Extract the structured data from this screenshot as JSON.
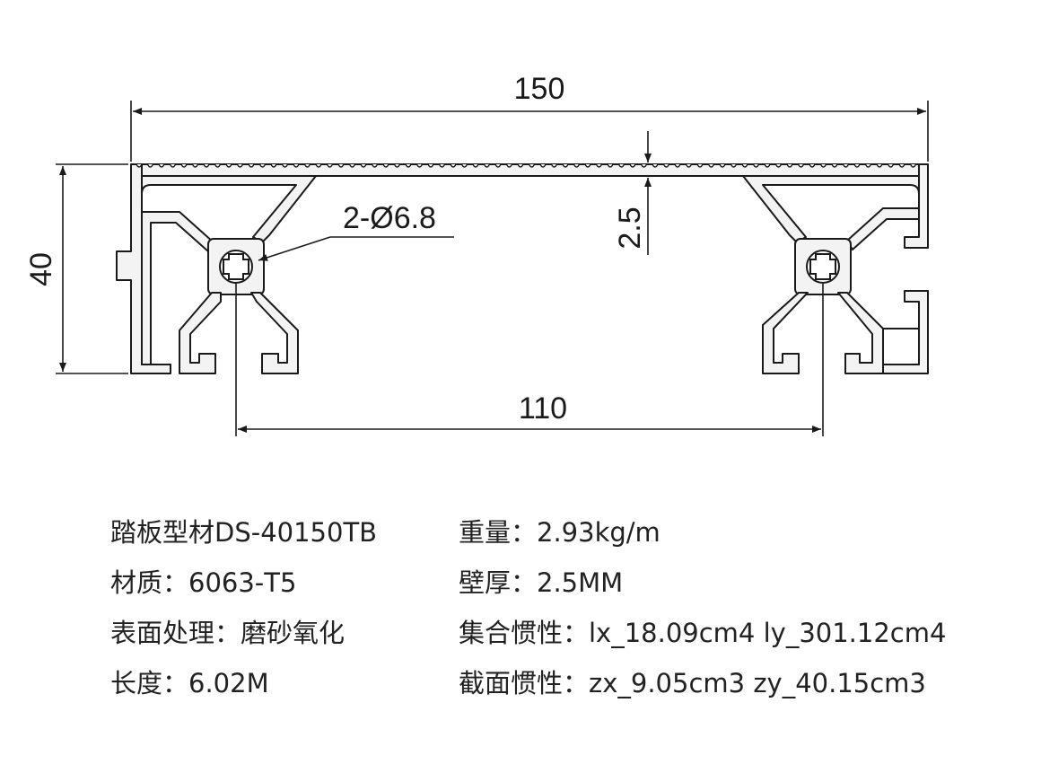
{
  "drawing": {
    "dim_width": "150",
    "dim_height": "40",
    "dim_center_distance": "110",
    "dim_wall": "2.5",
    "dim_hole": "2-Ø6.8",
    "line_color": "#1a1a1a",
    "profile_fill": "#f2f2f2"
  },
  "specs": {
    "model": "踏板型材DS-40150TB",
    "material": "材质：6063-T5",
    "surface": "表面处理：磨砂氧化",
    "length": "长度：6.02M",
    "weight": "重量：2.93kg/m",
    "wall_thickness": "壁厚：2.5MM",
    "moment_of_inertia": "集合惯性：lx_18.09cm4 ly_301.12cm4",
    "section_modulus": "截面惯性：zx_9.05cm3 zy_40.15cm3"
  }
}
